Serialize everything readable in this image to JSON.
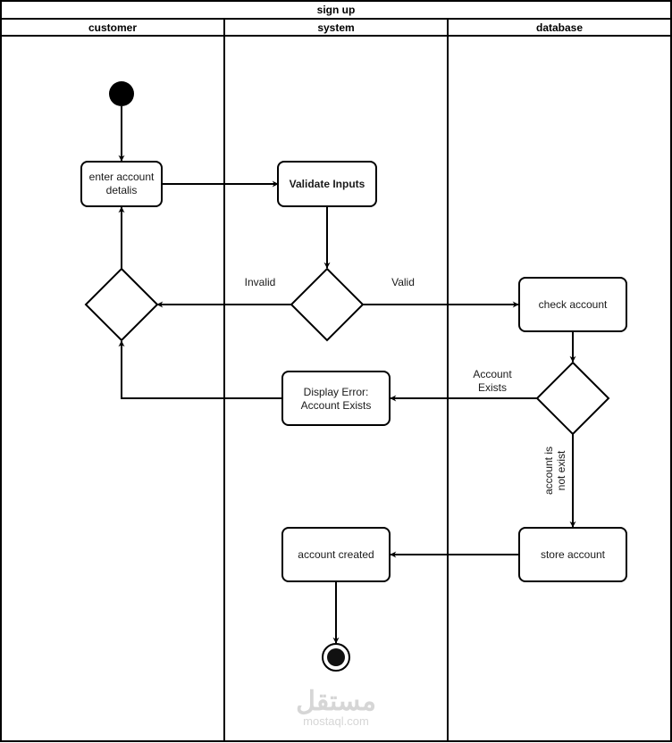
{
  "diagram": {
    "title": "sign up",
    "lanes": [
      {
        "id": "customer",
        "label": "customer"
      },
      {
        "id": "system",
        "label": "system"
      },
      {
        "id": "database",
        "label": "database"
      }
    ],
    "nodes": {
      "start": {
        "type": "initial",
        "lane": "customer"
      },
      "enter_details": {
        "type": "action",
        "lane": "customer",
        "lines": [
          "enter account",
          "detalis"
        ]
      },
      "merge": {
        "type": "decision",
        "lane": "customer"
      },
      "validate": {
        "type": "action",
        "lane": "system",
        "lines": [
          "Validate Inputs"
        ],
        "bold": true
      },
      "valid_decision": {
        "type": "decision",
        "lane": "system"
      },
      "display_error": {
        "type": "action",
        "lane": "system",
        "lines": [
          "Display Error:",
          "Account Exists"
        ]
      },
      "account_created": {
        "type": "action",
        "lane": "system",
        "lines": [
          "account created"
        ]
      },
      "end": {
        "type": "final",
        "lane": "system"
      },
      "check_account": {
        "type": "action",
        "lane": "database",
        "lines": [
          "check account"
        ]
      },
      "exists_decision": {
        "type": "decision",
        "lane": "database"
      },
      "store_account": {
        "type": "action",
        "lane": "database",
        "lines": [
          "store account"
        ]
      }
    },
    "edges": [
      {
        "from": "start",
        "to": "enter_details",
        "label": []
      },
      {
        "from": "enter_details",
        "to": "validate",
        "label": []
      },
      {
        "from": "validate",
        "to": "valid_decision",
        "label": []
      },
      {
        "from": "valid_decision",
        "to": "merge",
        "label": [
          "Invalid"
        ]
      },
      {
        "from": "valid_decision",
        "to": "check_account",
        "label": [
          "Valid"
        ]
      },
      {
        "from": "merge",
        "to": "enter_details",
        "label": []
      },
      {
        "from": "check_account",
        "to": "exists_decision",
        "label": []
      },
      {
        "from": "exists_decision",
        "to": "display_error",
        "label": [
          "Account",
          "Exists"
        ]
      },
      {
        "from": "display_error",
        "to": "merge",
        "label": []
      },
      {
        "from": "exists_decision",
        "to": "store_account",
        "label": [
          "account is",
          "not exist"
        ]
      },
      {
        "from": "store_account",
        "to": "account_created",
        "label": []
      },
      {
        "from": "account_created",
        "to": "end",
        "label": []
      }
    ]
  },
  "watermark": {
    "arabic": "مستقل",
    "text": "mostaql.com"
  }
}
